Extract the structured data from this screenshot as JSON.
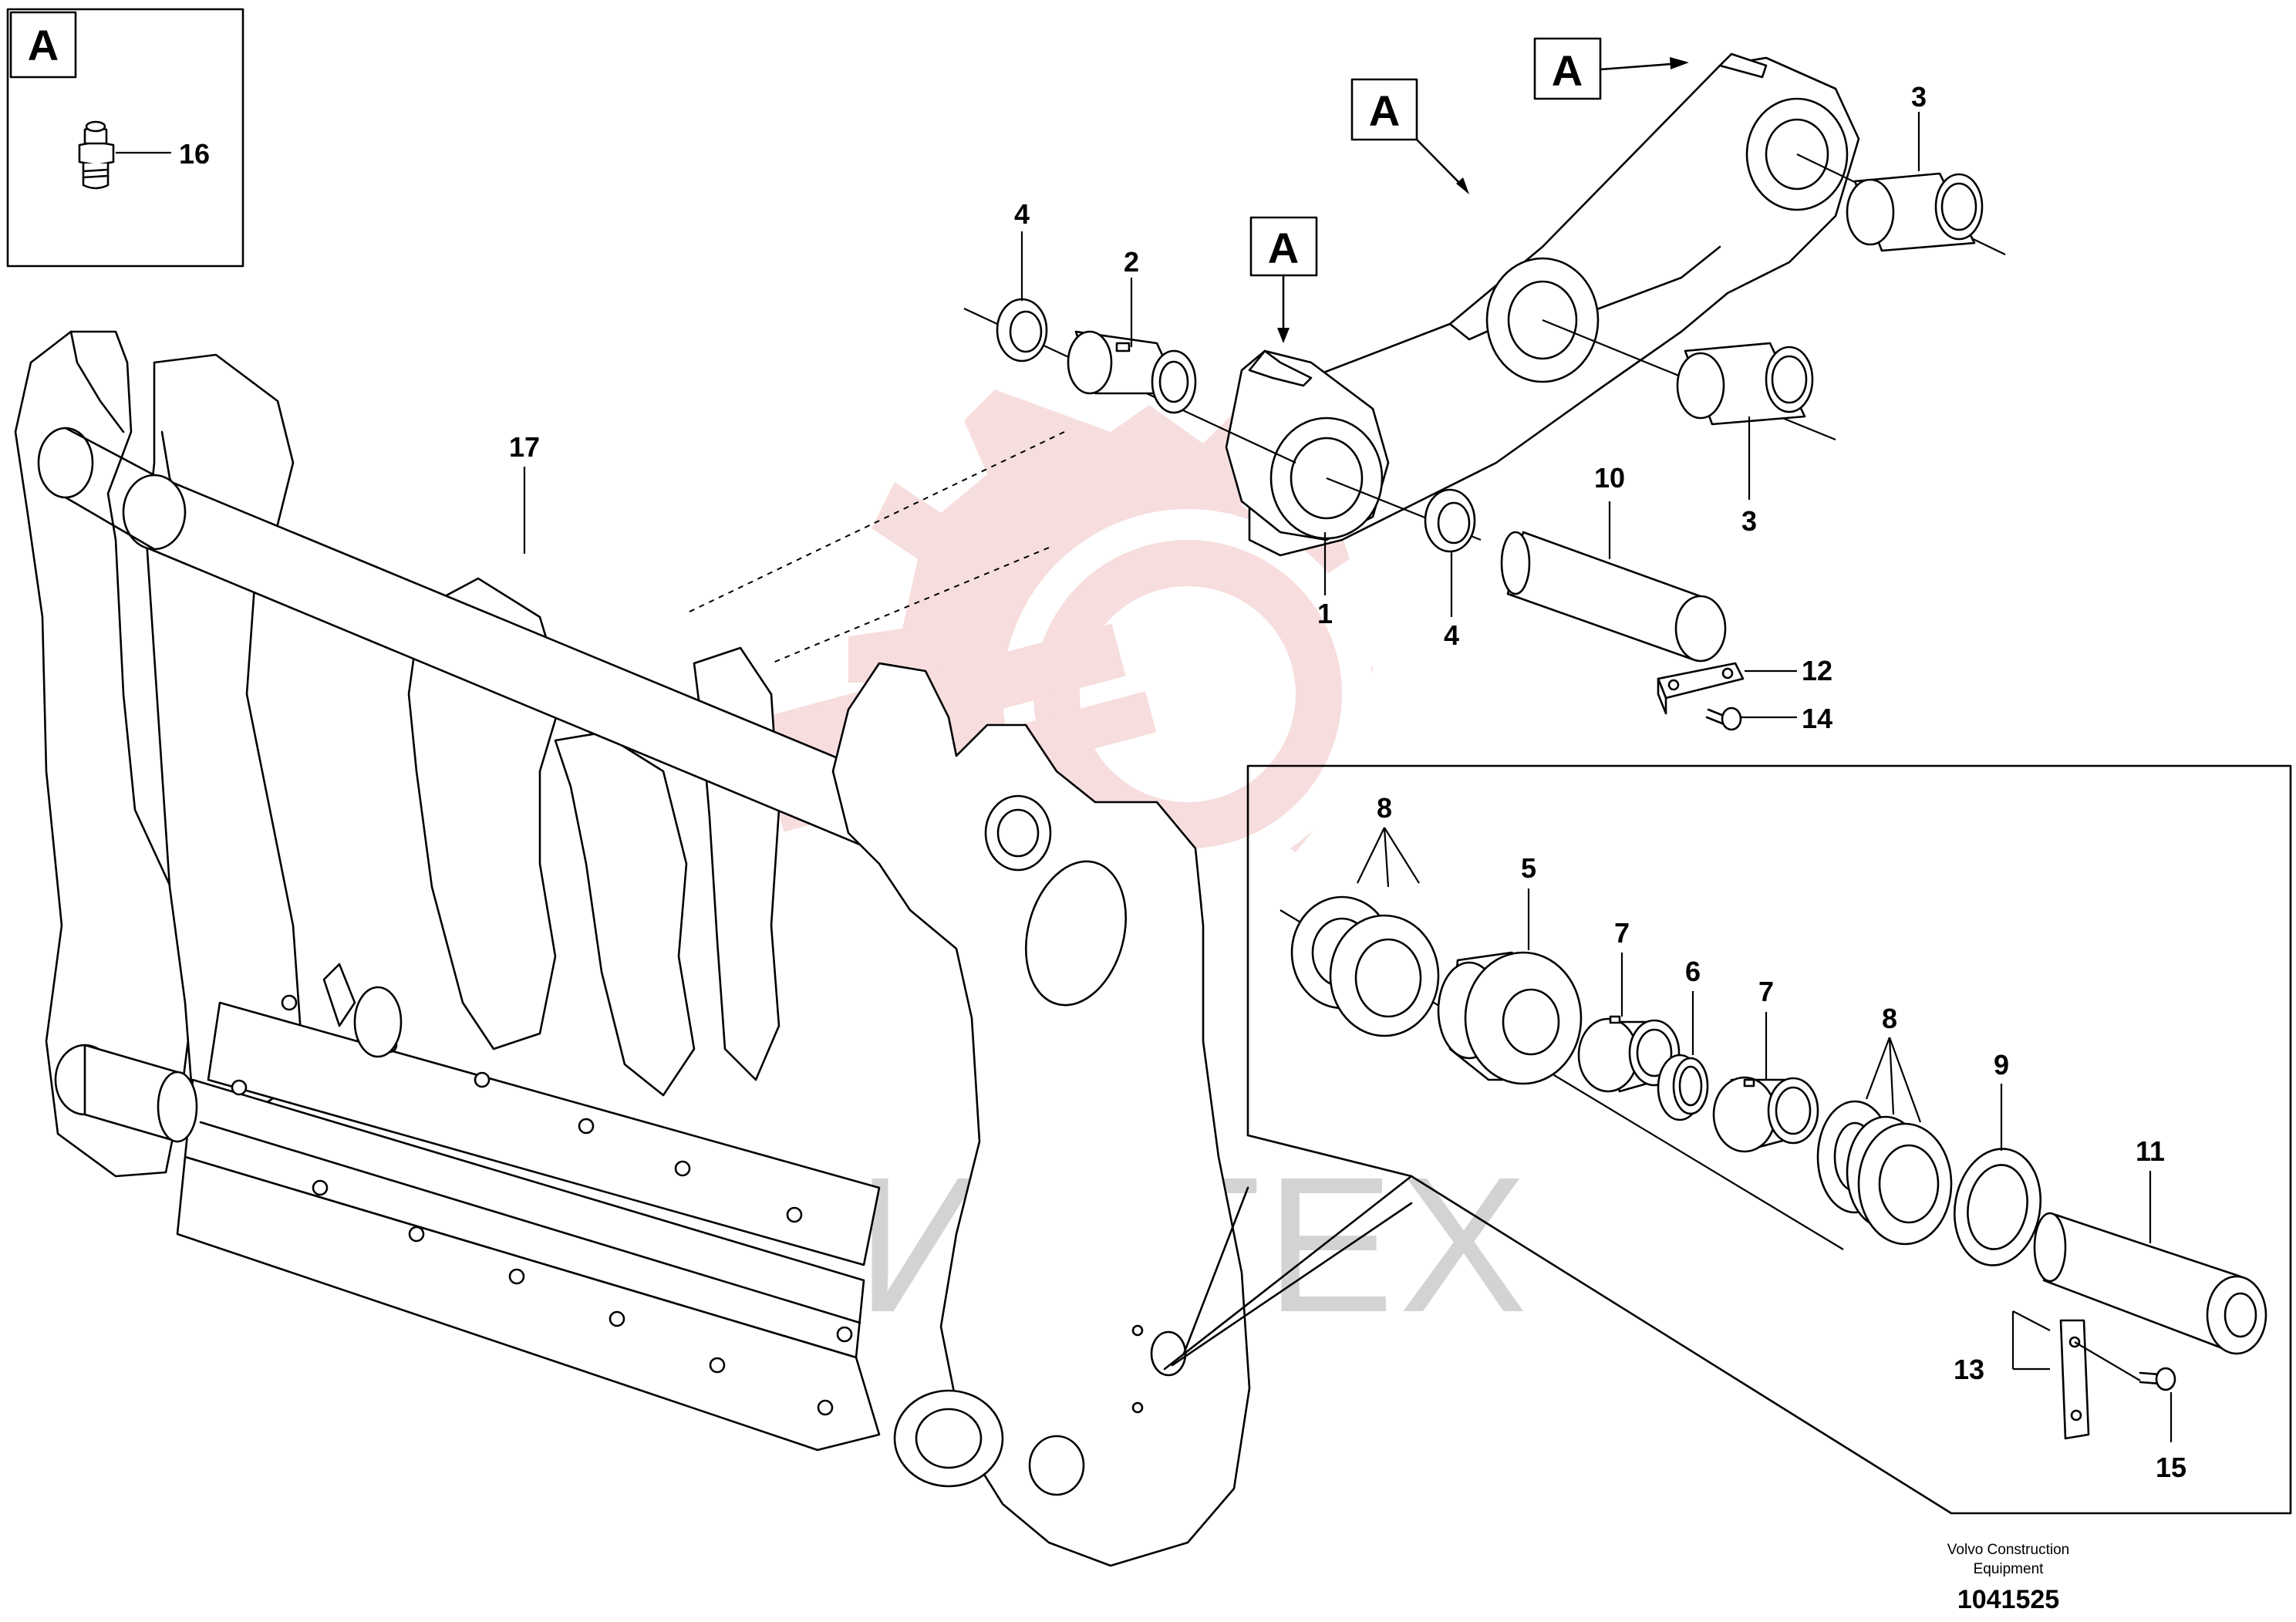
{
  "diagram": {
    "part_labels": {
      "p1": "1",
      "p2": "2",
      "p3a": "3",
      "p3b": "3",
      "p4a": "4",
      "p4b": "4",
      "p5": "5",
      "p6": "6",
      "p7a": "7",
      "p7b": "7",
      "p8a": "8",
      "p8b": "8",
      "p9": "9",
      "p10": "10",
      "p11": "11",
      "p12": "12",
      "p13": "13",
      "p14": "14",
      "p15": "15",
      "p16": "16",
      "p17": "17"
    },
    "reference_tags": {
      "inset": "A",
      "tag1": "A",
      "tag2": "A",
      "tag3": "A"
    },
    "watermark": "ИНТЕХ",
    "footer": {
      "line1": "Volvo Construction",
      "line2": "Equipment",
      "doc_number": "1041525"
    },
    "colors": {
      "line": "#000000",
      "watermark_red": "#e8a8a8",
      "watermark_gray": "#cfcfcf"
    }
  }
}
